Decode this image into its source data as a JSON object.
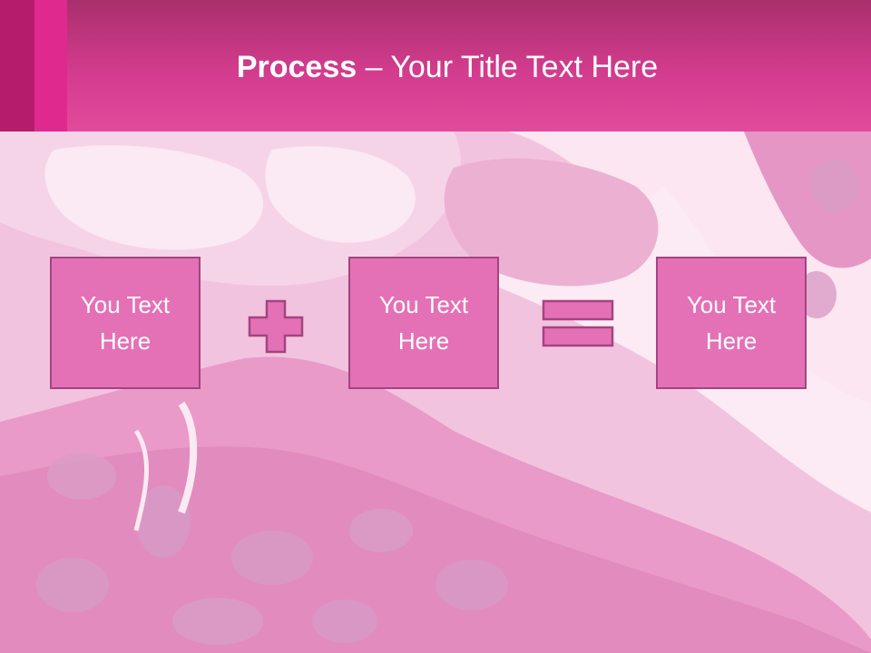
{
  "slide": {
    "title_bold": "Process",
    "title_rest": " – Your Title Text Here",
    "boxes": [
      {
        "text": "You Text Here"
      },
      {
        "text": "You Text Here"
      },
      {
        "text": "You Text Here"
      }
    ],
    "operators": [
      "plus-icon",
      "equals-icon"
    ],
    "colors": {
      "header_top": "#a92f6c",
      "header_bottom": "#e24a9c",
      "box_fill": "#e471b6",
      "box_border": "#a34480",
      "background": "#f7d9ea"
    }
  }
}
